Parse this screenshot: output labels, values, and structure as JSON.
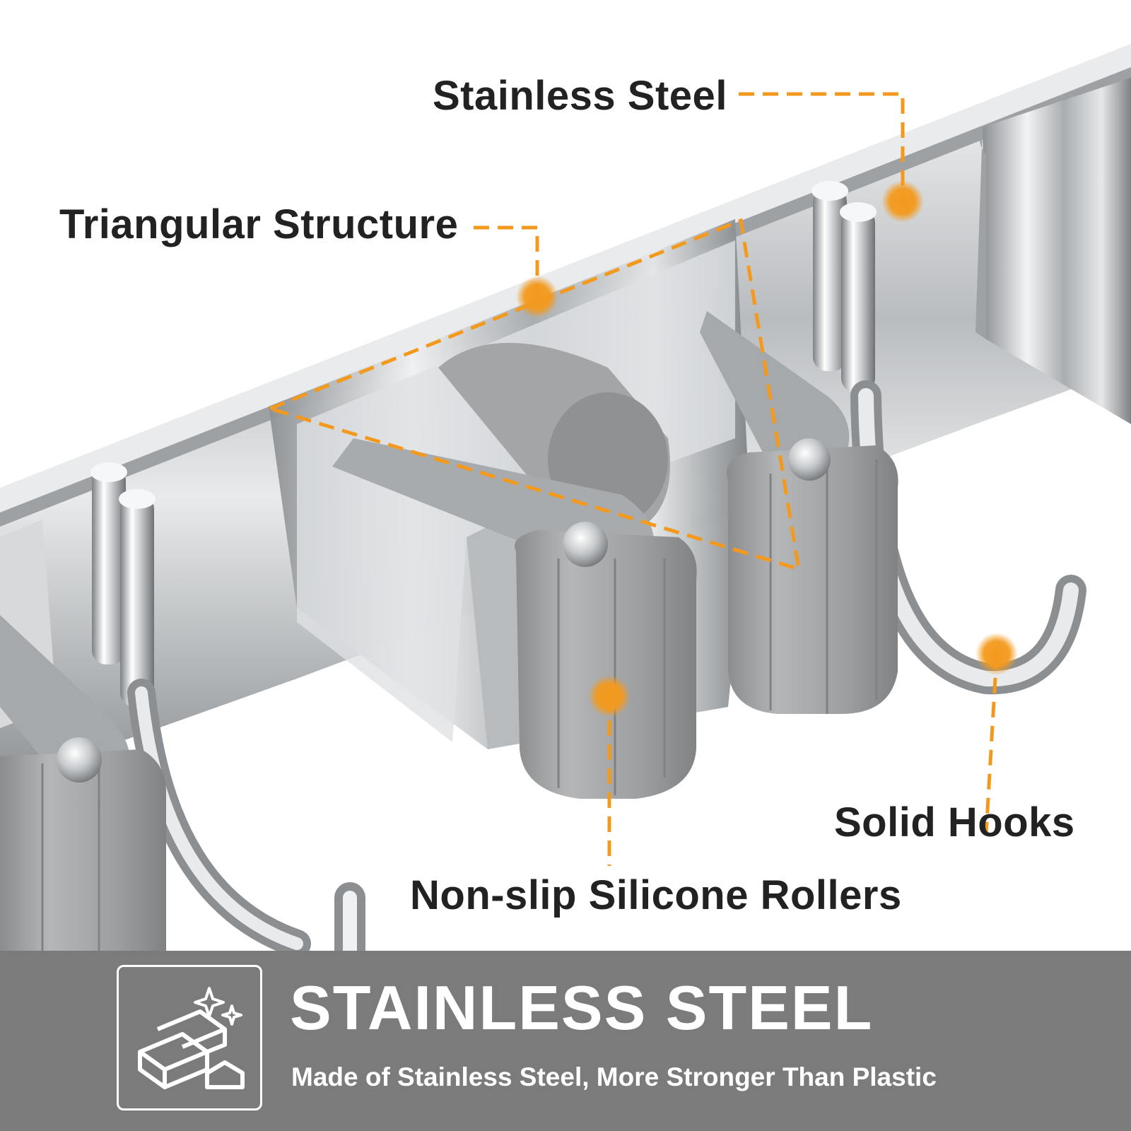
{
  "callouts": {
    "stainless_steel": "Stainless Steel",
    "triangular_structure": "Triangular Structure",
    "solid_hooks": "Solid Hooks",
    "silicone_rollers": "Non-slip Silicone Rollers"
  },
  "banner": {
    "title": "STAINLESS STEEL",
    "subtitle": "Made of Stainless Steel, More Stronger Than Plastic",
    "icon": "metal-ingots-icon"
  },
  "colors": {
    "accent": "#f39a1e",
    "banner_bg": "#7b7b7b",
    "steel": "#c9cbcd",
    "silicone": "#9a9c9e",
    "text": "#222222"
  }
}
